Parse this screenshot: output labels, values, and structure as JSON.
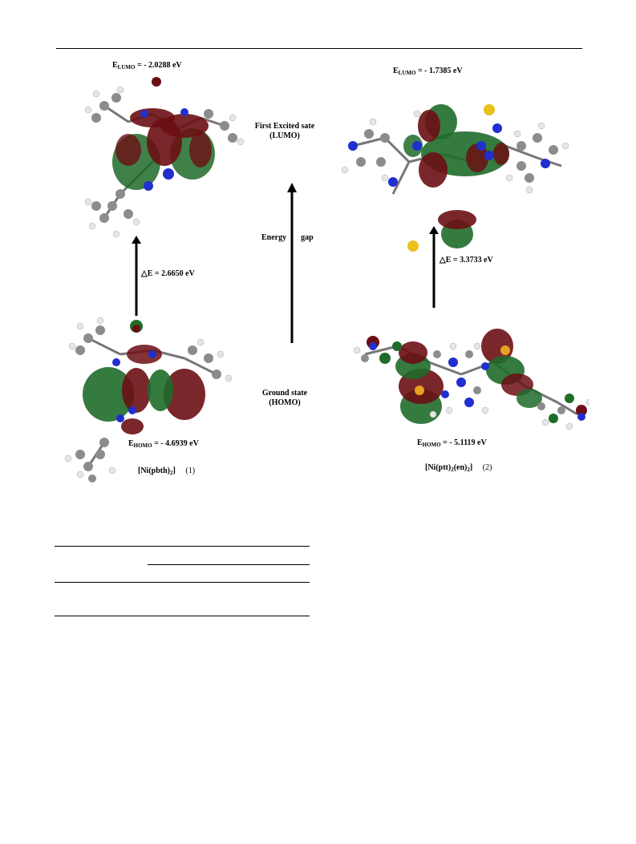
{
  "figure": {
    "left": {
      "lumo_prefix": "E",
      "lumo_sub": "LUMO",
      "lumo_value": " = - 2.0288 eV",
      "gap_symbol": "△",
      "gap_value": "E = 2.6650 eV",
      "homo_prefix": "E",
      "homo_sub": "HOMO",
      "homo_value": " = - 4.6939 eV",
      "compound_main": "[Ni(pbth)",
      "compound_sub": "2",
      "compound_close": "]",
      "compound_number": "(1)"
    },
    "right": {
      "lumo_prefix": "E",
      "lumo_sub": "LUMO",
      "lumo_value": " = - 1.7385 eV",
      "gap_symbol": "△",
      "gap_value": "E = 3.3733 eV",
      "homo_prefix": "E",
      "homo_sub": "HOMO",
      "homo_value": " = - 5.1119 eV",
      "compound_main": "[Ni(ptt)",
      "compound_sub1": "2",
      "compound_mid": "(en)",
      "compound_sub2": "2",
      "compound_close": "]",
      "compound_number": "(2)"
    },
    "middle": {
      "excited_line1": "First Excited sate",
      "excited_line2": "(LUMO)",
      "energy_gap_a": "Energy",
      "energy_gap_b": "gap",
      "ground_line1": "Ground state",
      "ground_line2": "(HOMO)"
    }
  },
  "colors": {
    "orbital_red": "#6b0f14",
    "orbital_green": "#1f6b2a",
    "atom_carbon": "#8c8c8c",
    "atom_hydrogen": "#e6e6e6",
    "atom_nitrogen": "#1f2fd0",
    "atom_sulfur": "#e8c21a"
  }
}
